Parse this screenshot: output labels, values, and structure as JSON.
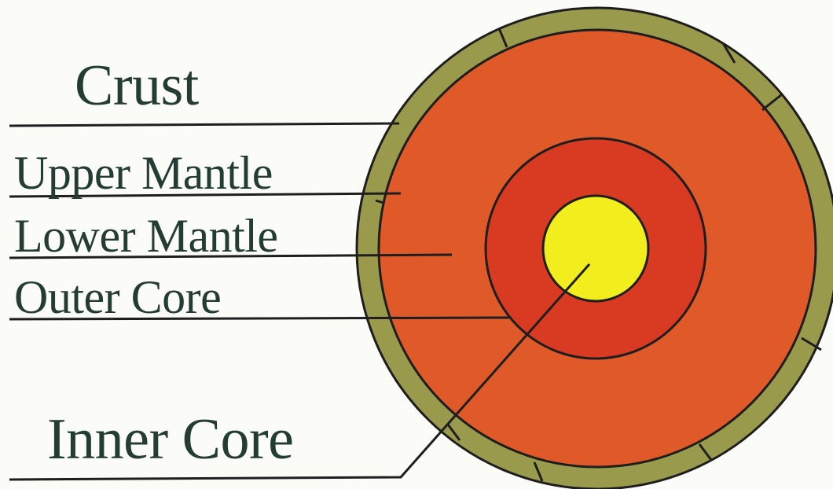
{
  "labels": {
    "crust": "Crust",
    "upper_mantle": "Upper Mantle",
    "lower_mantle": "Lower Mantle",
    "outer_core": "Outer Core",
    "inner_core": "Inner Core"
  },
  "colors": {
    "background": "#fbfbf8",
    "crust": "#9a9a4c",
    "mantle": "#df5a28",
    "outer_core": "#d83a22",
    "inner_core": "#f2ee1e",
    "ink": "#1e1e1e",
    "label_text": "#243d33"
  }
}
